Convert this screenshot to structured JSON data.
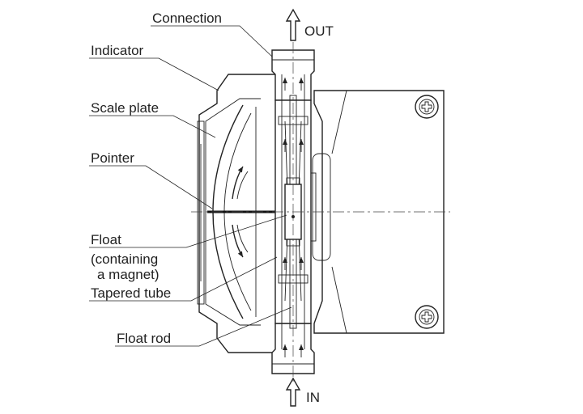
{
  "labels": {
    "connection": "Connection",
    "indicator": "Indicator",
    "scale_plate": "Scale plate",
    "pointer": "Pointer",
    "float_line1": "Float",
    "float_line2": "(containing",
    "float_line3": "a magnet)",
    "tapered_tube": "Tapered tube",
    "float_rod": "Float rod",
    "out": "OUT",
    "in": "IN"
  },
  "icons": {
    "flow_arrow": "hollow-up-arrow-icon",
    "screw": "phillips-screw-icon"
  },
  "colors": {
    "line": "#222222",
    "background": "#ffffff"
  }
}
